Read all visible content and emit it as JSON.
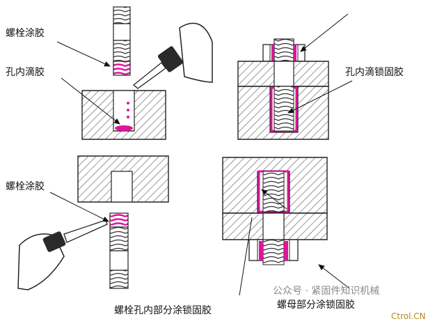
{
  "labels": {
    "bolt_coat_top": "螺栓涂胶",
    "hole_drip": "孔内滴胶",
    "hole_drip_lock": "孔内滴锁固胶",
    "bolt_coat_left": "螺栓涂胶",
    "bolt_hole_partial": "螺栓孔内部分涂锁固胶",
    "nut_partial": "螺母部分涂锁固胶"
  },
  "watermark": "公众号 · 紧固件知识机械",
  "source": "Ctrol.CN",
  "colors": {
    "glue": "#e0149a",
    "hatch": "#555555",
    "outline": "#222222",
    "bottle": "#ffffff",
    "nozzle": "#2a2a2a"
  }
}
